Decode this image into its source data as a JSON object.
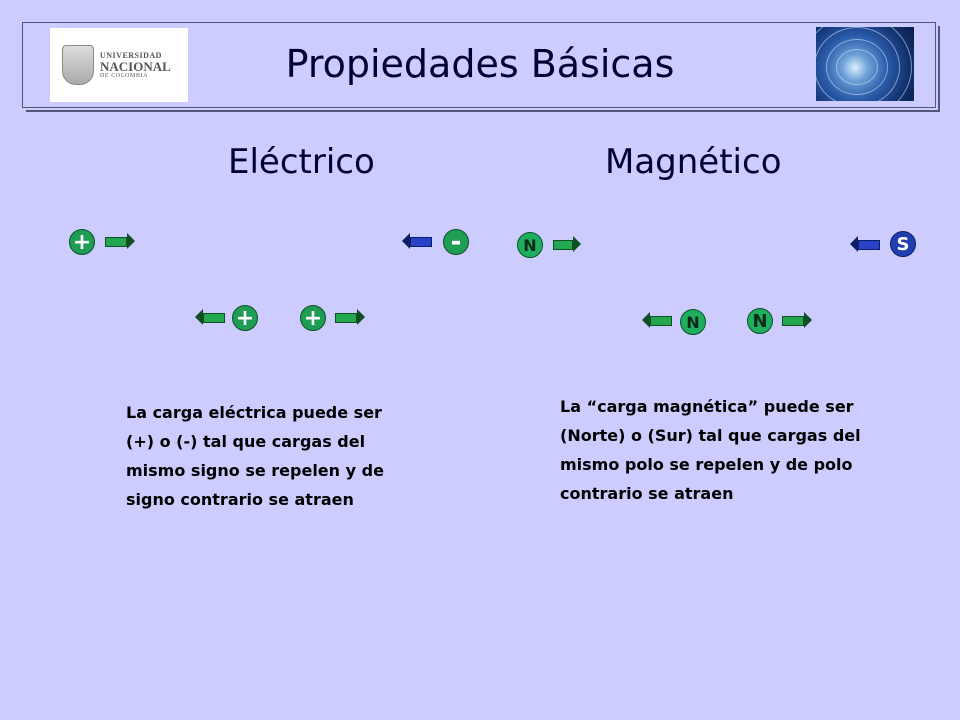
{
  "header": {
    "title": "Propiedades Básicas",
    "logo": {
      "line1": "UNIVERSIDAD",
      "line2": "NACIONAL",
      "line3": "DE COLOMBIA"
    }
  },
  "columns": {
    "electric": {
      "heading": "Eléctrico",
      "charges": {
        "plus": "+",
        "minus": "-"
      },
      "description": "La carga eléctrica puede ser\n(+) o (-) tal que cargas del\nmismo signo se repelen y de\nsigno contrario se atraen"
    },
    "magnetic": {
      "heading": "Magnético",
      "charges": {
        "north": "N",
        "south": "S"
      },
      "description": "La “carga magnética” puede ser\n(Norte) o (Sur) tal que cargas del\nmismo polo se repelen y de polo\ncontrario se atraen"
    }
  },
  "colors": {
    "background": "#ccccff",
    "charge_green": "#1f9d55",
    "south_blue": "#1f3fb0",
    "text_dark": "#000033"
  },
  "icons": [
    "university-logo",
    "magnetic-field-image",
    "right-arrow-icon",
    "left-arrow-icon"
  ]
}
